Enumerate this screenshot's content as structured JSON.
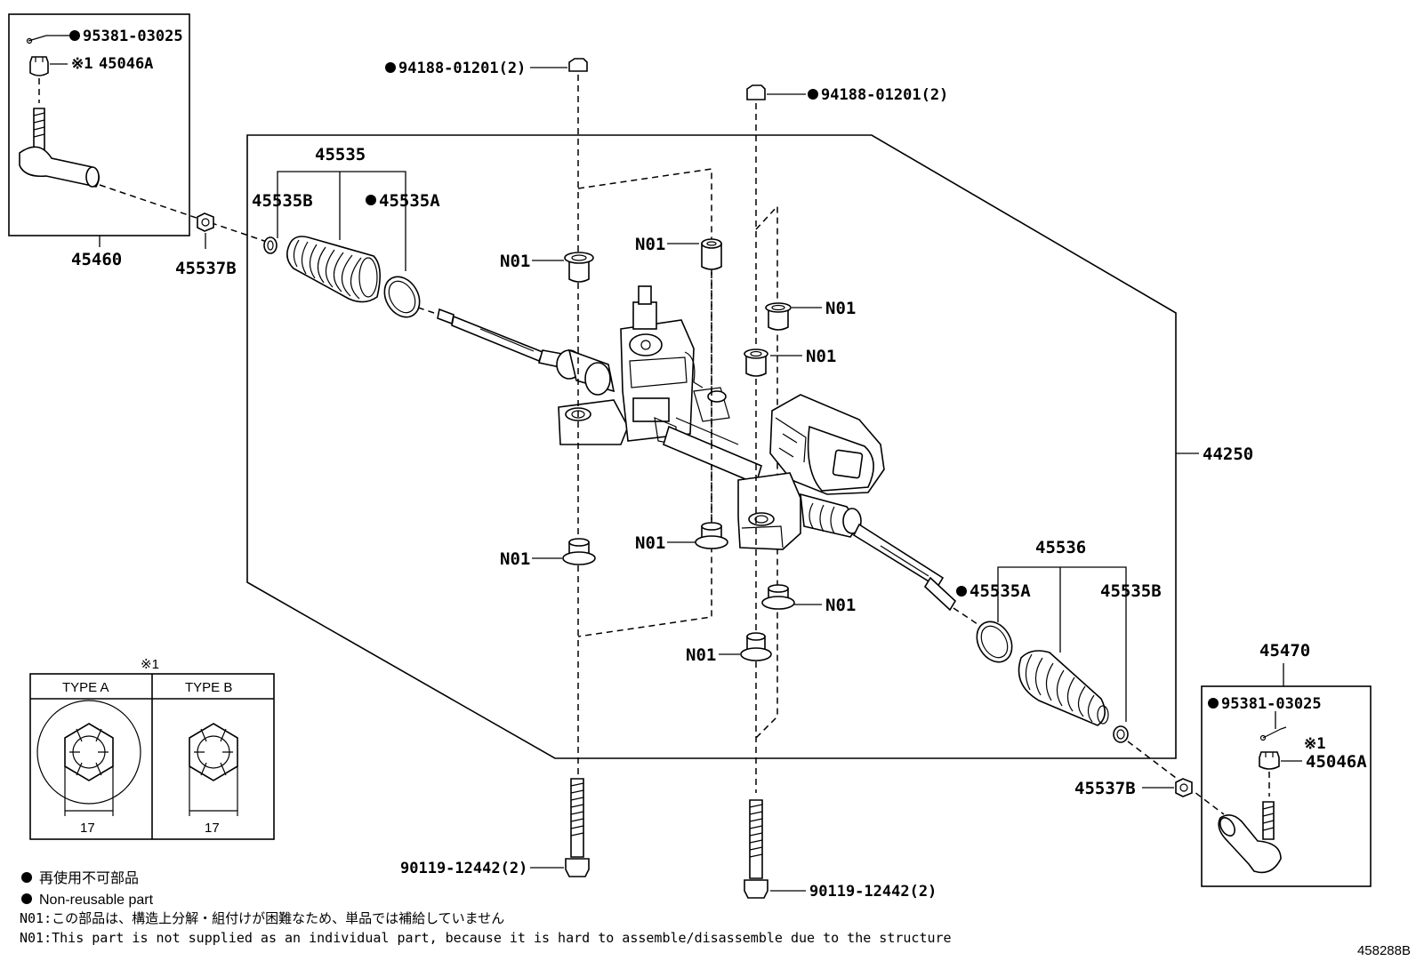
{
  "labels": {
    "cotter_pin_left": "95381-03025",
    "nut_left": "45046A",
    "nut_left_mark": "※1",
    "tie_rod_end_left": "45460",
    "lock_nut_left": "45537B",
    "bolt_top_left": "94188-01201(2)",
    "bolt_top_right": "94188-01201(2)",
    "boot_kit_left": "45535",
    "clip_left": "45535B",
    "clamp_left": "45535A",
    "n01": "N01",
    "steering_assy": "44250",
    "boot_kit_right": "45536",
    "clamp_right": "45535A",
    "clip_right": "45535B",
    "tie_rod_end_right": "45470",
    "cotter_pin_right": "95381-03025",
    "nut_right_mark": "※1",
    "nut_right": "45046A",
    "lock_nut_right": "45537B",
    "bolt_bottom_left": "90119-12442(2)",
    "bolt_bottom_right": "90119-12442(2)"
  },
  "nut_table": {
    "mark": "※1",
    "type_a": "TYPE A",
    "type_b": "TYPE B",
    "size_a": "17",
    "size_b": "17"
  },
  "legend": {
    "non_reusable_ja": "再使用不可部品",
    "non_reusable_en": "Non-reusable part",
    "n01_note_ja": "N01:この部品は、構造上分解・組付けが困難なため、単品では補給していません",
    "n01_note_en": "N01:This part is not supplied as an individual part, because it is hard to assemble/disassemble due to the structure"
  },
  "figure_id": "458288B"
}
